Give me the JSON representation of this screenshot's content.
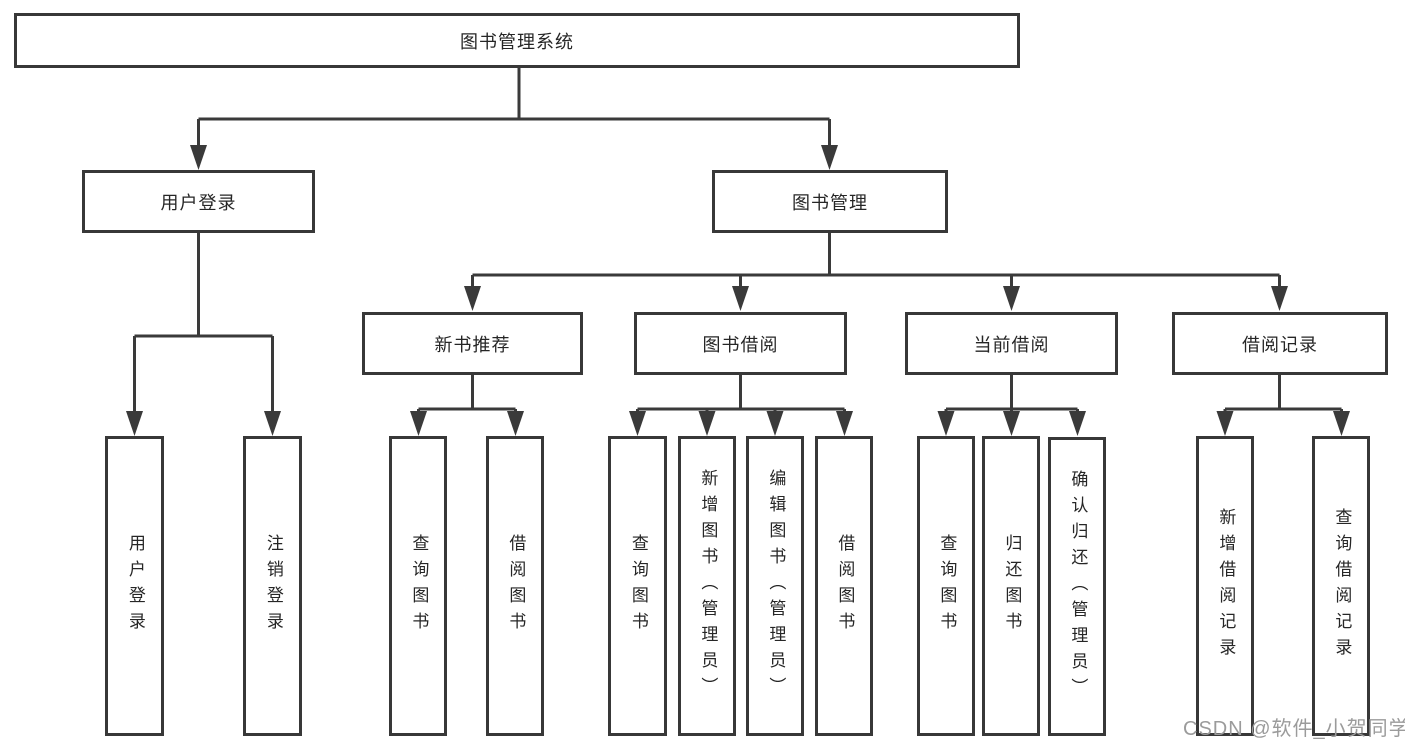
{
  "diagram": {
    "type": "hierarchy-tree",
    "root": "图书管理系统",
    "children": [
      {
        "label": "用户登录",
        "children": [
          "用户登录",
          "注销登录"
        ]
      },
      {
        "label": "图书管理",
        "children": [
          {
            "label": "新书推荐",
            "children": [
              "查询图书",
              "借阅图书"
            ]
          },
          {
            "label": "图书借阅",
            "children": [
              "查询图书",
              "新增图书（管理员）",
              "编辑图书（管理员）",
              "借阅图书"
            ]
          },
          {
            "label": "当前借阅",
            "children": [
              "查询图书",
              "归还图书",
              "确认归还（管理员）"
            ]
          },
          {
            "label": "借阅记录",
            "children": [
              "新增借阅记录",
              "查询借阅记录"
            ]
          }
        ]
      }
    ]
  },
  "watermark": {
    "text": "CSDN @软件_小贺同学"
  },
  "colors": {
    "line": "#3a3a3a",
    "box_border": "#383838",
    "text": "#262626",
    "watermark": "#9b9b9b",
    "background": "#ffffff"
  }
}
